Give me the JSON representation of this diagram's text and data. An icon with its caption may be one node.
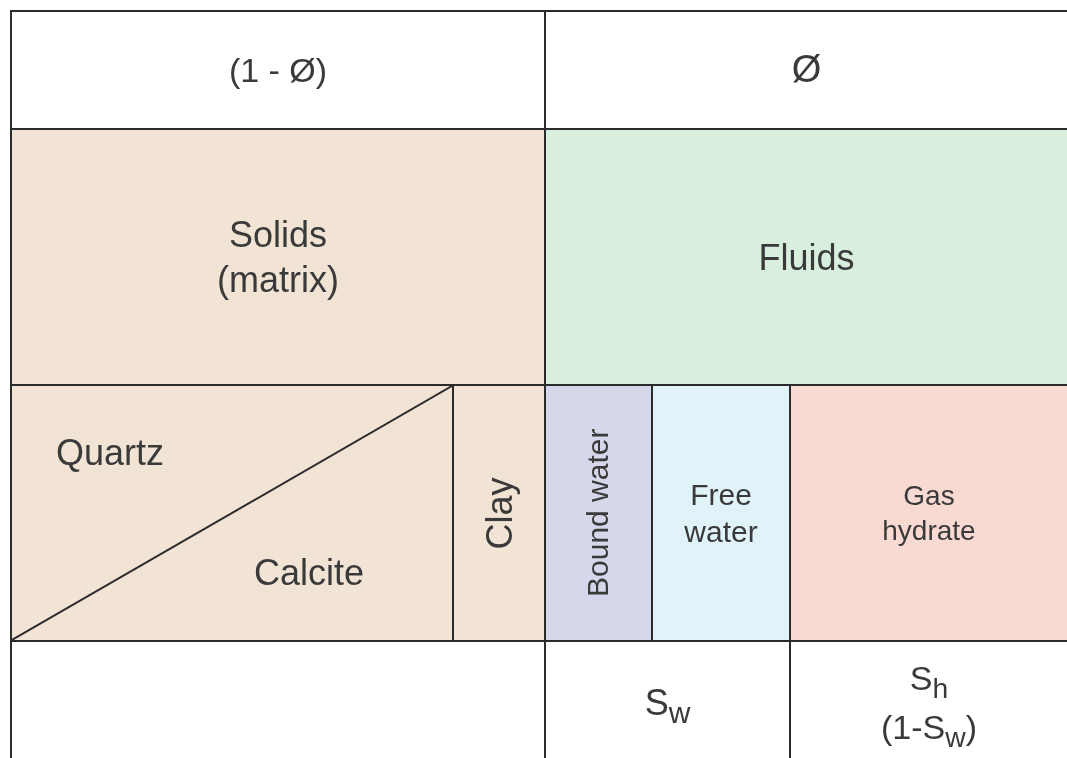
{
  "diagram": {
    "nodes": [
      {
        "text": [
          "(1 - Ø)"
        ]
      },
      {
        "text": [
          "Ø"
        ]
      },
      {
        "text": [
          "Solids (matrix)"
        ]
      },
      {
        "text": [
          "Fluids"
        ]
      },
      {
        "text": [
          "Quartz",
          "Calcite"
        ]
      },
      {
        "text": [
          "Clay"
        ]
      },
      {
        "text": [
          "Bound water"
        ]
      },
      {
        "text": [
          "Free water"
        ]
      },
      {
        "text": [
          "Gas hydrate"
        ]
      },
      {
        "text": [],
        "shape": "box"
      },
      {
        "text": [
          "S$_{w}$"
        ]
      },
      {
        "text": [
          "S$_{h}$",
          "(1-S$_{w}$)"
        ]
      }
    ],
    "edges": []
  }
}
